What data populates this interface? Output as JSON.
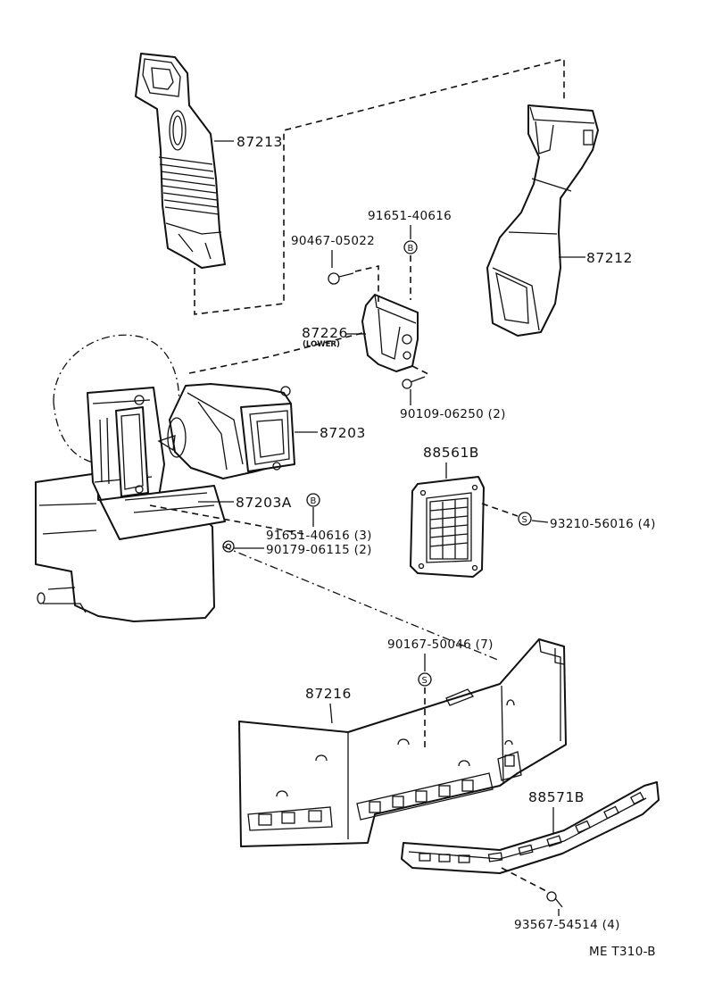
{
  "parts": {
    "p87213": "87213",
    "p87212": "87212",
    "p87226": "87226",
    "p87226_note": "(LOWER)",
    "p87203": "87203",
    "p87203A": "87203A",
    "p88561B": "88561B",
    "p87216": "87216",
    "p88571B": "88571B"
  },
  "fasteners": {
    "f91651_40616": "91651-40616",
    "f90467_05022": "90467-05022",
    "f90109_06250": "90109-06250  (2)",
    "f91651_40616_3": "91651-40616  (3)",
    "f90179_06115": "90179-06115  (2)",
    "f93210_56016": "93210-56016  (4)",
    "f90167_50046": "90167-50046  (7)",
    "f93567_54514": "93567-54514  (4)"
  },
  "symbols": {
    "b": "B",
    "s": "S"
  },
  "footer": {
    "code": "ME  T310-B"
  }
}
